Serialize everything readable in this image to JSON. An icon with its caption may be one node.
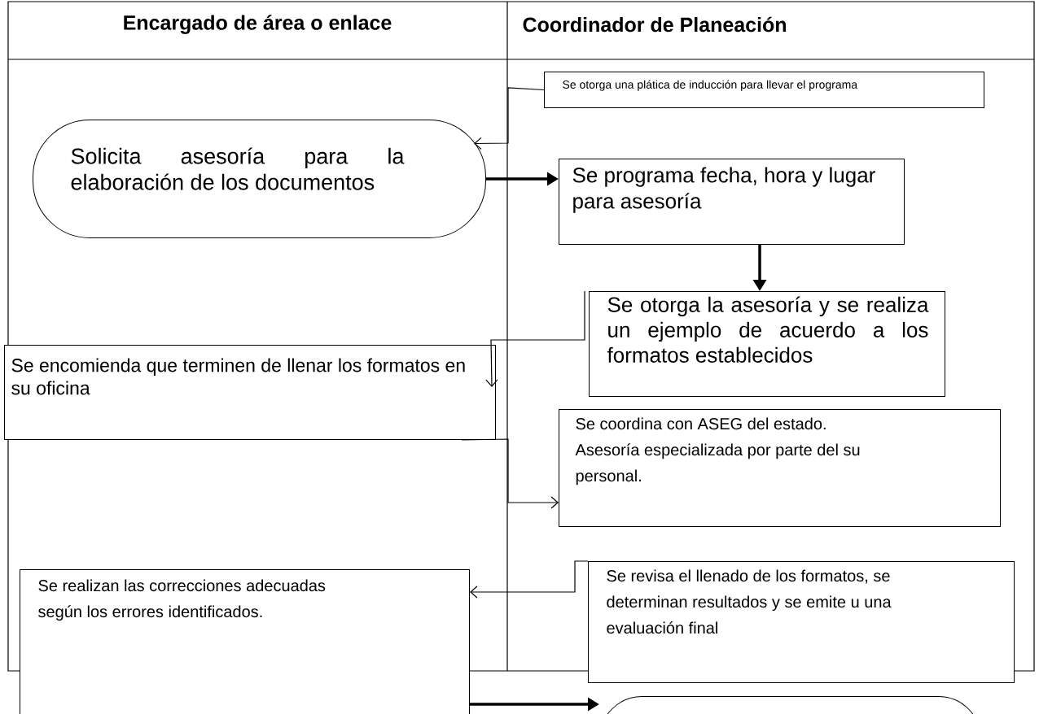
{
  "diagram": {
    "nodes": [
      {
        "text": [
          "Se  otorga una plática de inducción para llevar el programa"
        ]
      },
      {
        "text": [
          "Solicita asesoría para la elaboración de los documentos"
        ]
      },
      {
        "text": [
          "Se programa fecha, hora  y lugar para asesoría"
        ]
      },
      {
        "text": [
          "Se otorga la asesoría y se realiza un ejemplo de acuerdo a los formatos establecidos"
        ]
      },
      {
        "text": [
          "Se encomienda que terminen de llenar los formatos en su oficina"
        ]
      },
      {
        "text": [
          "Se coordina con ASEG  del estado. Asesoría especializada por parte del su personal."
        ]
      },
      {
        "text": [
          "Se revisa el llenado de los formatos, se determinan resultados y se emite u una evaluación final"
        ]
      },
      {
        "text": [
          "Se realizan  las correcciones adecuadas según  los errores identificados."
        ]
      },
      {
        "text": [],
        "shape": "box"
      }
    ],
    "edges": [
      {
        "from": 0,
        "to": 1,
        "arrow": "to"
      },
      {
        "from": 1,
        "to": 2,
        "arrow": "to",
        "style": "thick"
      },
      {
        "from": 2,
        "to": 3,
        "arrow": "to",
        "style": "thick"
      },
      {
        "from": 3,
        "to": 4,
        "arrow": "to"
      },
      {
        "from": 4,
        "to": 5,
        "arrow": "to"
      },
      {
        "from": 6,
        "to": 7,
        "arrow": "to"
      },
      {
        "from": 7,
        "to": 8,
        "arrow": "to",
        "style": "thick"
      }
    ],
    "labels": [
      "Encargado de área o enlace",
      "Coordinador de Planeación"
    ]
  }
}
